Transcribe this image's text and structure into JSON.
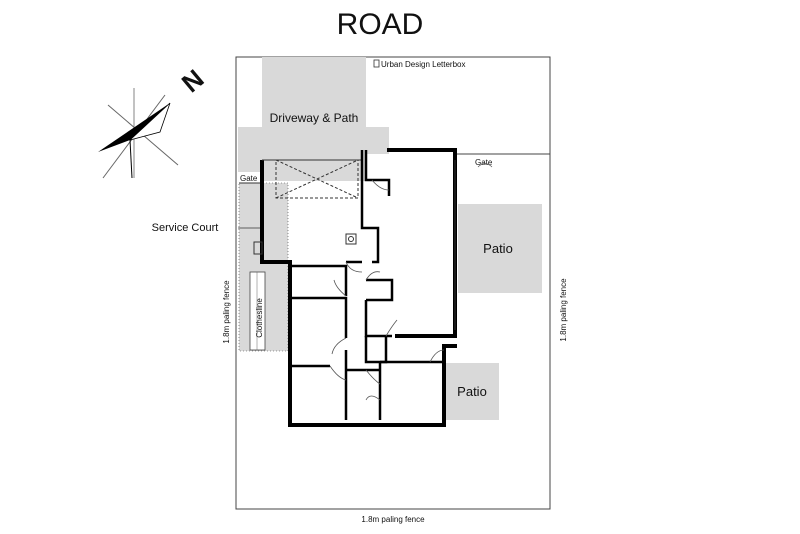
{
  "road_label": "ROAD",
  "north_label": "N",
  "letterbox_label": "Urban Design Letterbox",
  "driveway_label": "Driveway & Path",
  "gate_top_label": "Gate",
  "gate_left_label": "Gate",
  "service_court_label": "Service Court",
  "clothesline_label": "Clothesline",
  "patio_large_label": "Patio",
  "patio_small_label": "Patio",
  "fence_left_label": "1.8m paling fence",
  "fence_right_label": "1.8m paling fence",
  "fence_bottom_label": "1.8m paling fence",
  "colors": {
    "paved": "#d9d9d9",
    "wall": "#000000",
    "line": "#333333"
  }
}
